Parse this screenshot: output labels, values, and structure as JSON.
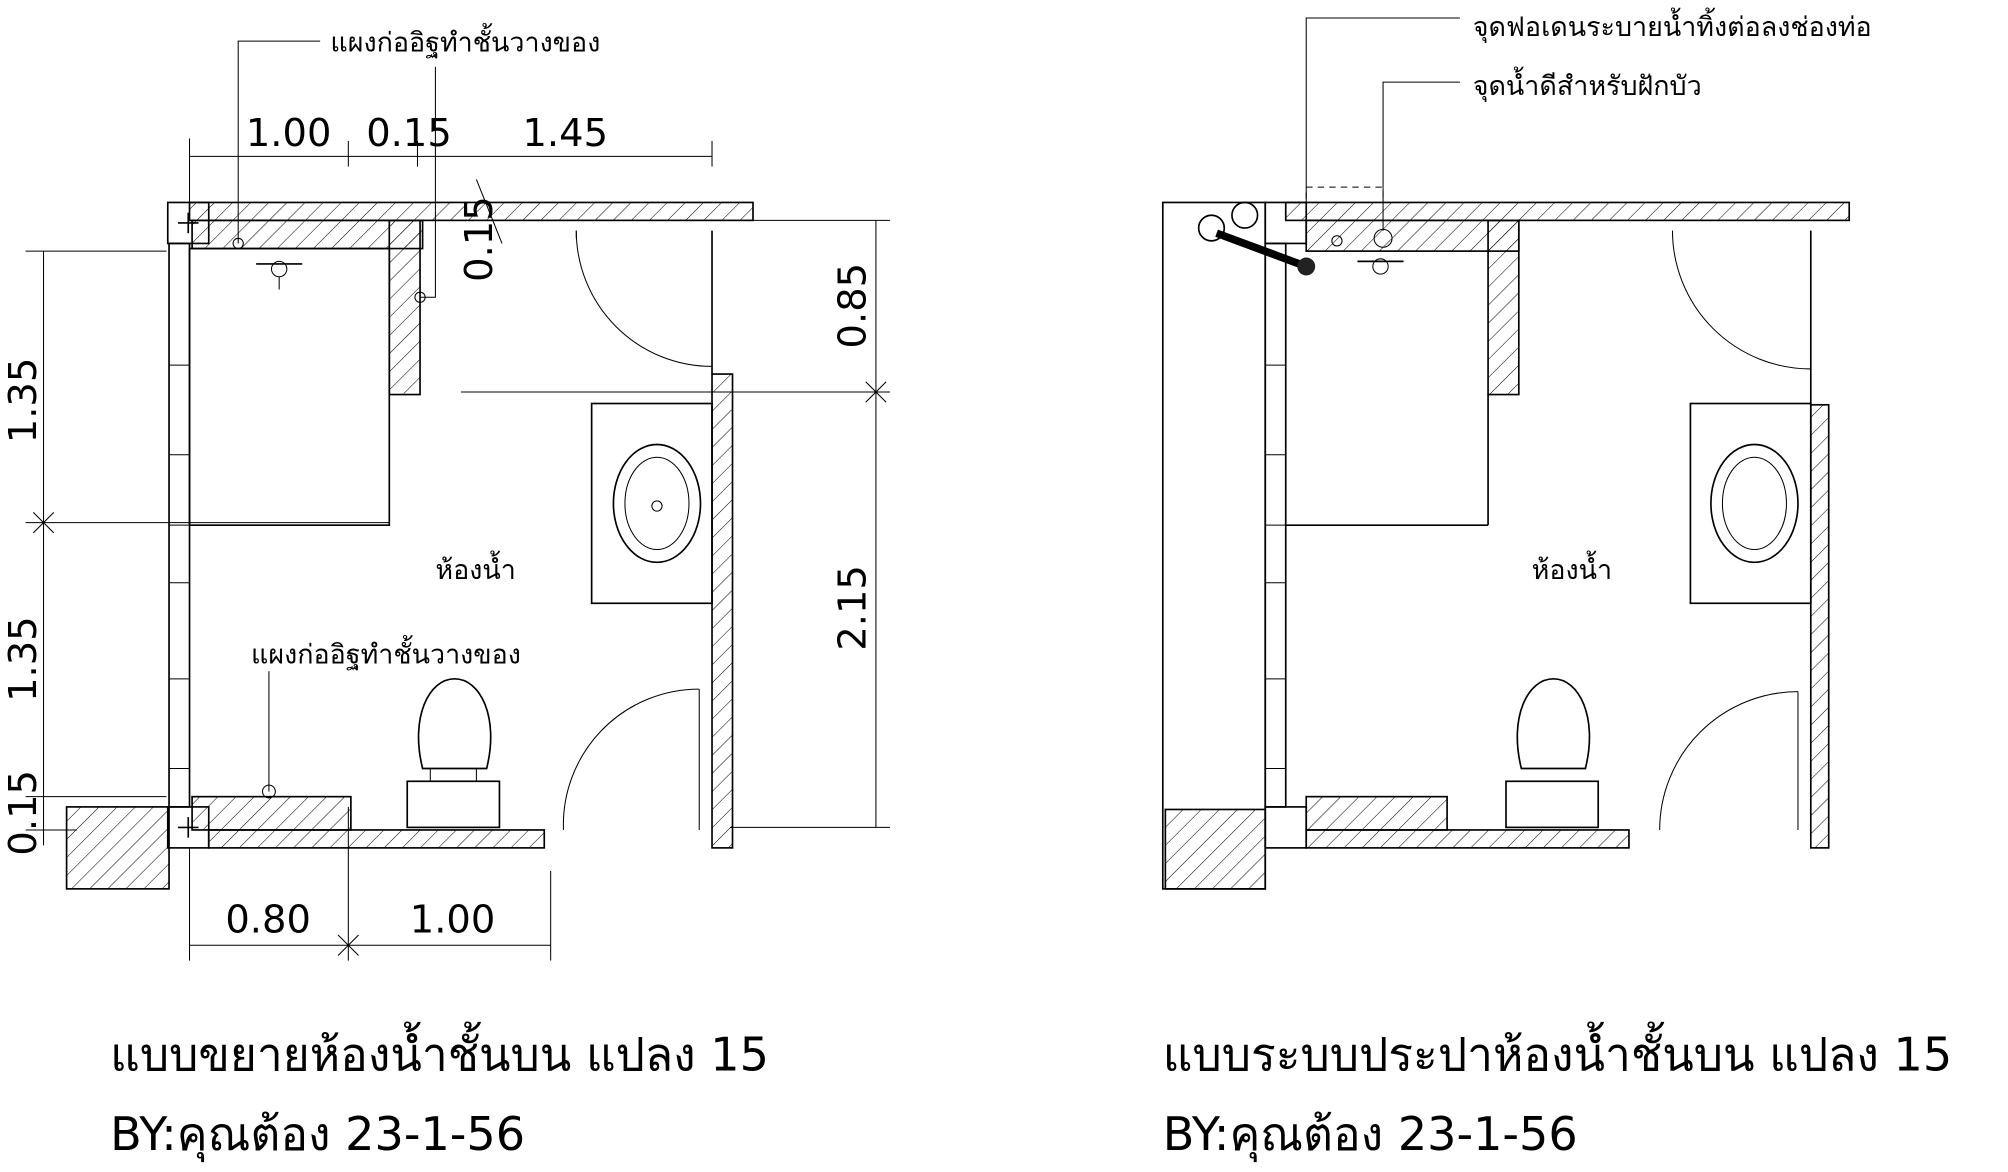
{
  "left_plan": {
    "shelf_label_top": "แผงก่ออิฐทำชั้นวางของ",
    "shelf_label_bottom": "แผงก่ออิฐทำชั้นวางของ",
    "room_label": "ห้องน้ำ",
    "dims_top": [
      "1.00",
      "0.15",
      "1.45"
    ],
    "dim_wall": "0.15",
    "dims_right": [
      "0.85",
      "2.15"
    ],
    "dims_left": [
      "1.35",
      "1.35",
      "0.15"
    ],
    "dims_bottom": [
      "0.80",
      "1.00"
    ],
    "title": "แบบขยายห้องน้ำชั้นบน แปลง 15",
    "byline": "BY:คุณต้อง   23-1-56"
  },
  "right_plan": {
    "drain_label": "จุดฟอเดนระบายน้ำทิ้งต่อลงช่องท่อ",
    "shower_label": "จุดน้ำดีสำหรับฝักบัว",
    "room_label": "ห้องน้ำ",
    "title": "แบบระบบประปาห้องน้ำชั้นบน แปลง 15",
    "byline": "BY:คุณต้อง   23-1-56"
  }
}
